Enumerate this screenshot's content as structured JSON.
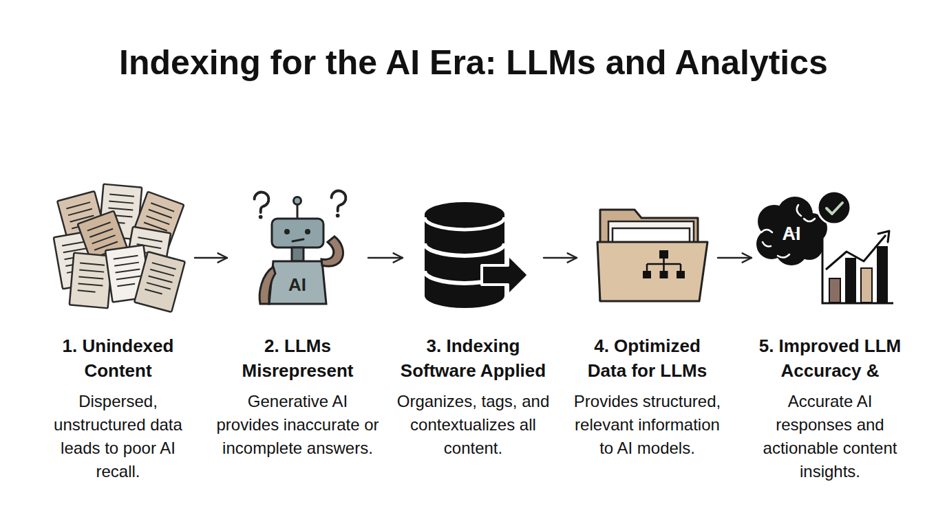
{
  "diagram": {
    "title": "Indexing for the AI Era: LLMs and Analytics",
    "nodes": [
      {
        "text": [
          "1. Unindexed Content",
          "Dispersed, unstructured data leads to poor AI recall."
        ]
      },
      {
        "text": [
          "2. LLMs Misrepresent",
          "Generative AI provides inaccurate or incomplete answers."
        ]
      },
      {
        "text": [
          "3. Indexing Software Applied",
          "Organizes, tags, and contextualizes all content."
        ]
      },
      {
        "text": [
          "4. Optimized Data for LLMs",
          "Provides structured, relevant information to AI models."
        ]
      },
      {
        "text": [
          "5. Improved LLM Accuracy &",
          "Accurate AI responses and actionable content insights."
        ]
      }
    ],
    "edges": [
      {
        "from": 0,
        "to": 1,
        "arrow": "to"
      },
      {
        "from": 1,
        "to": 2,
        "arrow": "to"
      },
      {
        "from": 2,
        "to": 3,
        "arrow": "to"
      },
      {
        "from": 3,
        "to": 4,
        "arrow": "to"
      }
    ],
    "labels": [
      "AI",
      "AI"
    ]
  }
}
